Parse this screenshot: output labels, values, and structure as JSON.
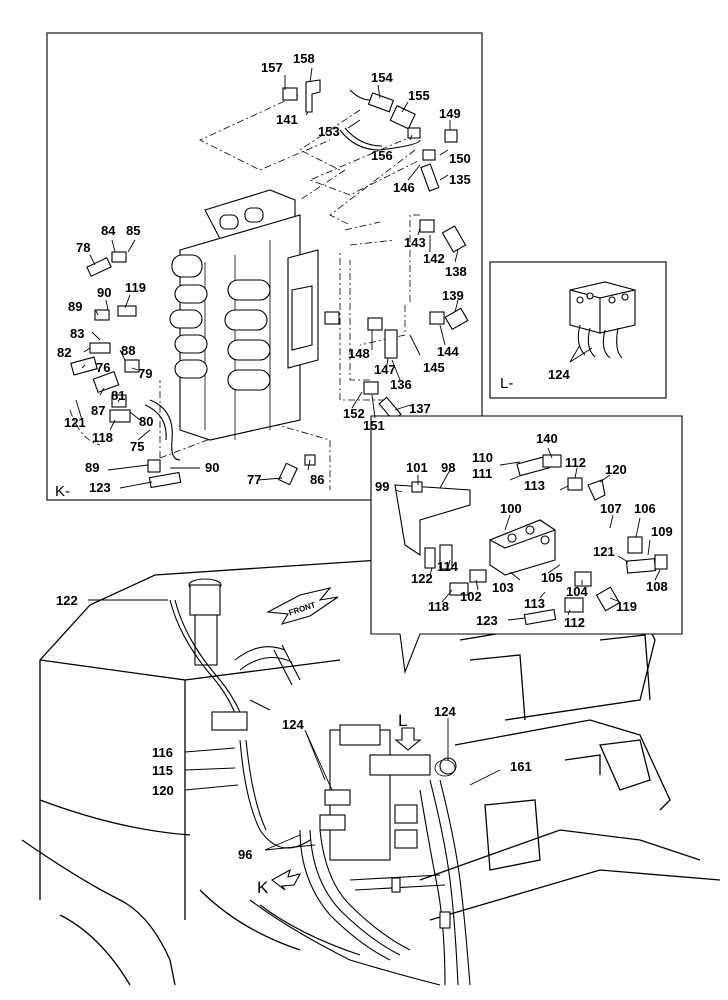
{
  "panels": {
    "k_label": "K-",
    "l_label": "L-"
  },
  "callouts": {
    "front_arrow": "FRONT",
    "view_l": "L",
    "view_k": "K"
  },
  "part_numbers": [
    {
      "id": "157",
      "text": "157"
    },
    {
      "id": "158",
      "text": "158"
    },
    {
      "id": "141",
      "text": "141"
    },
    {
      "id": "154",
      "text": "154"
    },
    {
      "id": "155",
      "text": "155"
    },
    {
      "id": "153",
      "text": "153"
    },
    {
      "id": "149",
      "text": "149"
    },
    {
      "id": "156",
      "text": "156"
    },
    {
      "id": "150",
      "text": "150"
    },
    {
      "id": "146",
      "text": "146"
    },
    {
      "id": "135",
      "text": "135"
    },
    {
      "id": "143",
      "text": "143"
    },
    {
      "id": "142",
      "text": "142"
    },
    {
      "id": "138",
      "text": "138"
    },
    {
      "id": "84",
      "text": "84"
    },
    {
      "id": "85",
      "text": "85"
    },
    {
      "id": "78",
      "text": "78"
    },
    {
      "id": "90a",
      "text": "90"
    },
    {
      "id": "119a",
      "text": "119"
    },
    {
      "id": "89a",
      "text": "89"
    },
    {
      "id": "83",
      "text": "83"
    },
    {
      "id": "88",
      "text": "88"
    },
    {
      "id": "82",
      "text": "82"
    },
    {
      "id": "76",
      "text": "76"
    },
    {
      "id": "79",
      "text": "79"
    },
    {
      "id": "87",
      "text": "87"
    },
    {
      "id": "81",
      "text": "81"
    },
    {
      "id": "121a",
      "text": "121"
    },
    {
      "id": "80",
      "text": "80"
    },
    {
      "id": "118a",
      "text": "118"
    },
    {
      "id": "75",
      "text": "75"
    },
    {
      "id": "89b",
      "text": "89"
    },
    {
      "id": "90b",
      "text": "90"
    },
    {
      "id": "123a",
      "text": "123"
    },
    {
      "id": "77",
      "text": "77"
    },
    {
      "id": "86",
      "text": "86"
    },
    {
      "id": "139",
      "text": "139"
    },
    {
      "id": "148",
      "text": "148"
    },
    {
      "id": "147",
      "text": "147"
    },
    {
      "id": "144",
      "text": "144"
    },
    {
      "id": "145",
      "text": "145"
    },
    {
      "id": "136",
      "text": "136"
    },
    {
      "id": "152",
      "text": "152"
    },
    {
      "id": "151",
      "text": "151"
    },
    {
      "id": "137",
      "text": "137"
    },
    {
      "id": "124a",
      "text": "124"
    },
    {
      "id": "140",
      "text": "140"
    },
    {
      "id": "101",
      "text": "101"
    },
    {
      "id": "98",
      "text": "98"
    },
    {
      "id": "110",
      "text": "110"
    },
    {
      "id": "112a",
      "text": "112"
    },
    {
      "id": "120a",
      "text": "120"
    },
    {
      "id": "99",
      "text": "99"
    },
    {
      "id": "111",
      "text": "111"
    },
    {
      "id": "113a",
      "text": "113"
    },
    {
      "id": "107",
      "text": "107"
    },
    {
      "id": "106",
      "text": "106"
    },
    {
      "id": "100",
      "text": "100"
    },
    {
      "id": "109",
      "text": "109"
    },
    {
      "id": "121b",
      "text": "121"
    },
    {
      "id": "114",
      "text": "114"
    },
    {
      "id": "122a",
      "text": "122"
    },
    {
      "id": "108",
      "text": "108"
    },
    {
      "id": "103",
      "text": "103"
    },
    {
      "id": "105",
      "text": "105"
    },
    {
      "id": "104",
      "text": "104"
    },
    {
      "id": "102",
      "text": "102"
    },
    {
      "id": "118b",
      "text": "118"
    },
    {
      "id": "113b",
      "text": "113"
    },
    {
      "id": "119b",
      "text": "119"
    },
    {
      "id": "123b",
      "text": "123"
    },
    {
      "id": "112b",
      "text": "112"
    },
    {
      "id": "122b",
      "text": "122"
    },
    {
      "id": "124b",
      "text": "124"
    },
    {
      "id": "124c",
      "text": "124"
    },
    {
      "id": "116",
      "text": "116"
    },
    {
      "id": "115",
      "text": "115"
    },
    {
      "id": "120b",
      "text": "120"
    },
    {
      "id": "161",
      "text": "161"
    },
    {
      "id": "96",
      "text": "96"
    }
  ]
}
